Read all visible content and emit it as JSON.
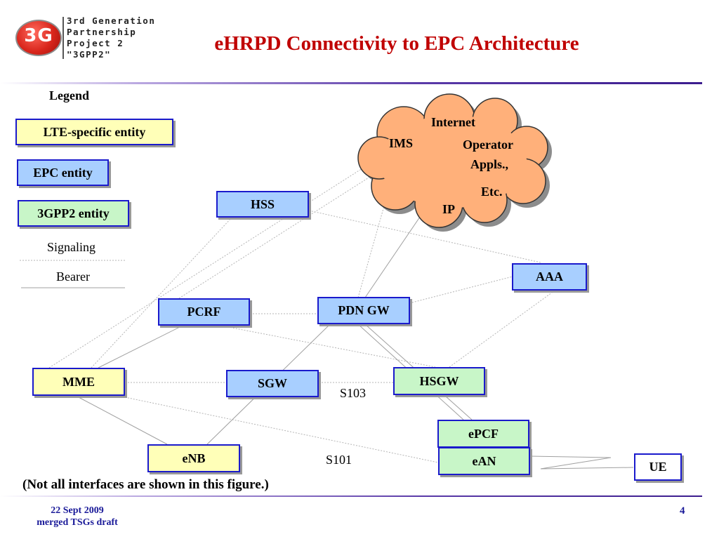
{
  "header": {
    "logo_mark": "3G",
    "logo_lines": [
      "3rd Generation",
      "Partnership",
      "Project 2",
      "\"3GPP2\""
    ],
    "title": "eHRPD Connectivity to EPC Architecture"
  },
  "legend": {
    "title": "Legend",
    "lte": "LTE-specific entity",
    "epc": "EPC entity",
    "gpp2": "3GPP2 entity",
    "signaling": "Signaling",
    "bearer": "Bearer"
  },
  "cloud": {
    "internet": "Internet",
    "ims": "IMS",
    "operator": "Operator",
    "appls": "Appls.,",
    "etc": "Etc.",
    "ip": "IP"
  },
  "nodes": {
    "hss": "HSS",
    "aaa": "AAA",
    "pcrf": "PCRF",
    "pdngw": "PDN GW",
    "mme": "MME",
    "sgw": "SGW",
    "hsgw": "HSGW",
    "epcf": "ePCF",
    "ean": "eAN",
    "enb": "eNB",
    "ue": "UE"
  },
  "interfaces": {
    "s103": "S103",
    "s101": "S101"
  },
  "note": "(Not all interfaces are shown in this figure.)",
  "footer": {
    "date": "22 Sept 2009",
    "draft": "merged TSGs draft",
    "page": "4"
  },
  "colors": {
    "title": "#c00000",
    "lte_fill": "#ffffb8",
    "epc_fill": "#a8cfff",
    "gpp2_fill": "#c8f6c8",
    "box_border": "#1a1acc",
    "cloud_fill": "#ffb07a"
  }
}
